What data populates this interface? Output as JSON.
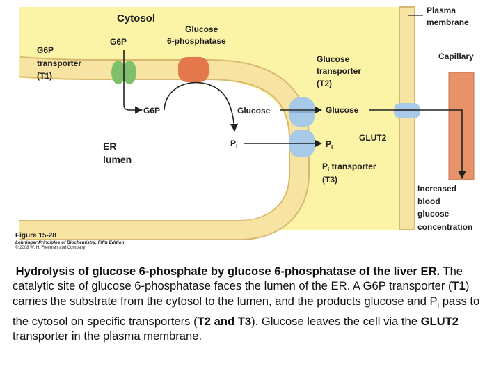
{
  "colors": {
    "background": "#fbf4a6",
    "membrane": "#f7e4a3",
    "membrane_edge": "#d8b86e",
    "er_lumen": "#ffffff",
    "transporter_blue": "#a9c9e8",
    "transporter_green": "#7fbf6a",
    "enzyme_orange": "#e5784a",
    "capillary": "#e8926a",
    "arrow": "#222222"
  },
  "labels": {
    "cytosol": "Cytosol",
    "plasma_membrane_1": "Plasma",
    "plasma_membrane_2": "membrane",
    "g6p_top": "G6P",
    "glucose_6_phosphatase_1": "Glucose",
    "glucose_6_phosphatase_2": "6-phosphatase",
    "g6p_transporter_1": "G6P",
    "g6p_transporter_2": "transporter",
    "g6p_transporter_3": "(T1)",
    "glucose_transporter_1": "Glucose",
    "glucose_transporter_2": "transporter",
    "glucose_transporter_3": "(T2)",
    "capillary": "Capillary",
    "g6p_lumen": "G6P",
    "glucose_lumen": "Glucose",
    "glucose_cytosol": "Glucose",
    "er_lumen_1": "ER",
    "er_lumen_2": "lumen",
    "pi_lumen": "P",
    "pi_lumen_sub": "i",
    "pi_cytosol": "P",
    "pi_cytosol_sub": "i",
    "glut2": "GLUT2",
    "pi_transporter_p": "P",
    "pi_transporter_sub": "i",
    "pi_transporter_rest": " transporter",
    "pi_transporter_t3": "(T3)",
    "increased_1": "Increased",
    "increased_2": "blood",
    "increased_3": "glucose",
    "increased_4": "concentration"
  },
  "figure": {
    "number": "Figure 15-28",
    "book": "Lehninger Principles of Biochemistry, Fifth Edition",
    "copyright": "© 2008 W. H. Freeman and Company"
  },
  "caption": {
    "p1": "Hydrolysis of glucose 6-phosphate by glucose 6-phosphatase of the liver ER.",
    "p2": " The catalytic site of glucose 6-phosphatase faces the lumen of the ER. A G6P transporter (",
    "t1": "T1",
    "p3": ") carries the substrate from the cytosol to the lumen, and the products glucose and P",
    "sub_i": "i",
    "p4": " pass to the cytosol on specific transporters (",
    "t2t3": "T2 and T3",
    "p5": "). Glucose leaves the cell via the ",
    "glut2": "GLUT2",
    "p6": " transporter in the plasma membrane."
  }
}
